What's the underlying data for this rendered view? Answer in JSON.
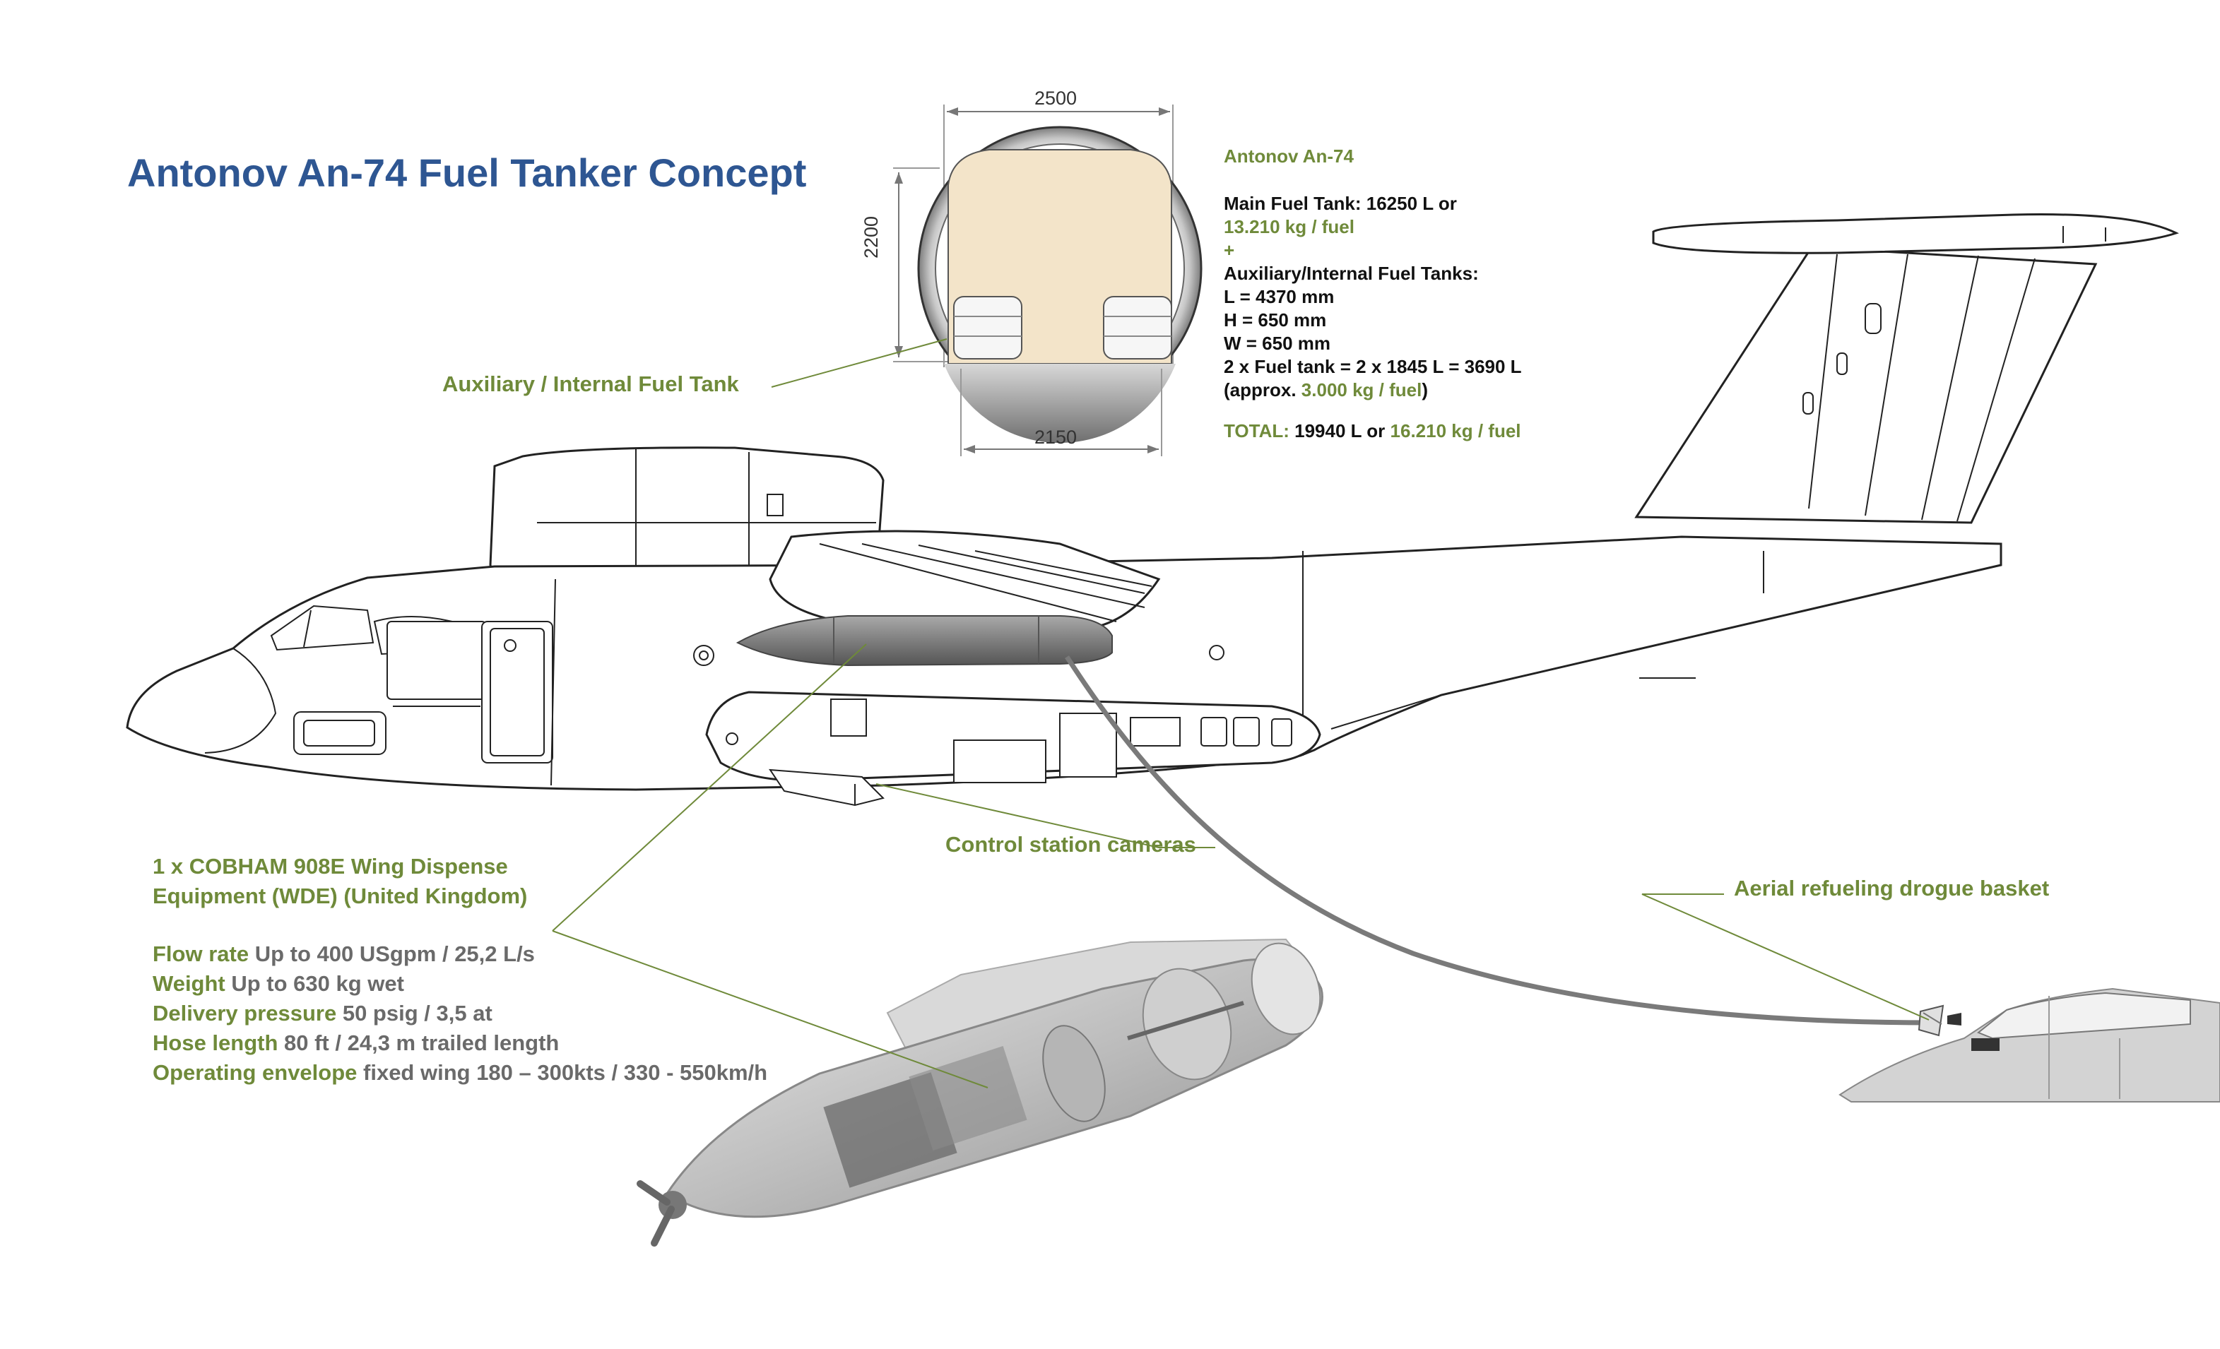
{
  "title": "Antonov An-74 Fuel Tanker Concept",
  "colors": {
    "title": "#2e5692",
    "accent_green": "#6f8a3a",
    "grey_text": "#6a6a6a",
    "line_art": "#222222",
    "pod_grey": "#8a8a8a"
  },
  "specs": {
    "heading": "Antonov An-74",
    "main_tank": "Main Fuel Tank: 16250 L or",
    "main_tank_kg": "13.210 kg / fuel",
    "plus": "+",
    "aux_heading": "Auxiliary/Internal Fuel Tanks:",
    "aux_l": "L = 4370 mm",
    "aux_h": "H = 650 mm",
    "aux_w": "W = 650 mm",
    "aux_tanks": "2 x Fuel tank = 2 x 1845 L = 3690 L",
    "approx_prefix": "(approx. ",
    "approx_value": "3.000 kg / fuel",
    "approx_suffix": ")",
    "total_label": "TOTAL: ",
    "total_liters": "19940 L or ",
    "total_kg": "16.210 kg / fuel"
  },
  "cross_section": {
    "top_width": "2500",
    "height": "2200",
    "bottom_width": "2150"
  },
  "labels": {
    "aux_tank": "Auxiliary / Internal Fuel Tank",
    "cameras": "Control station cameras",
    "drogue": "Aerial refueling drogue basket"
  },
  "wde": {
    "name_line1": "1 x COBHAM 908E Wing Dispense",
    "name_line2": "Equipment (WDE) (United Kingdom)",
    "rows": [
      {
        "label": "Flow rate",
        "value": " Up to 400 USgpm / 25,2 L/s"
      },
      {
        "label": "Weight",
        "value": " Up to 630 kg wet"
      },
      {
        "label": "Delivery pressure",
        "value": " 50 psig / 3,5 at"
      },
      {
        "label": "Hose length",
        "value": " 80 ft  / 24,3 m trailed length"
      },
      {
        "label": "Operating envelope",
        "value": " fixed wing 180 – 300kts / 330 - 550km/h"
      }
    ]
  }
}
